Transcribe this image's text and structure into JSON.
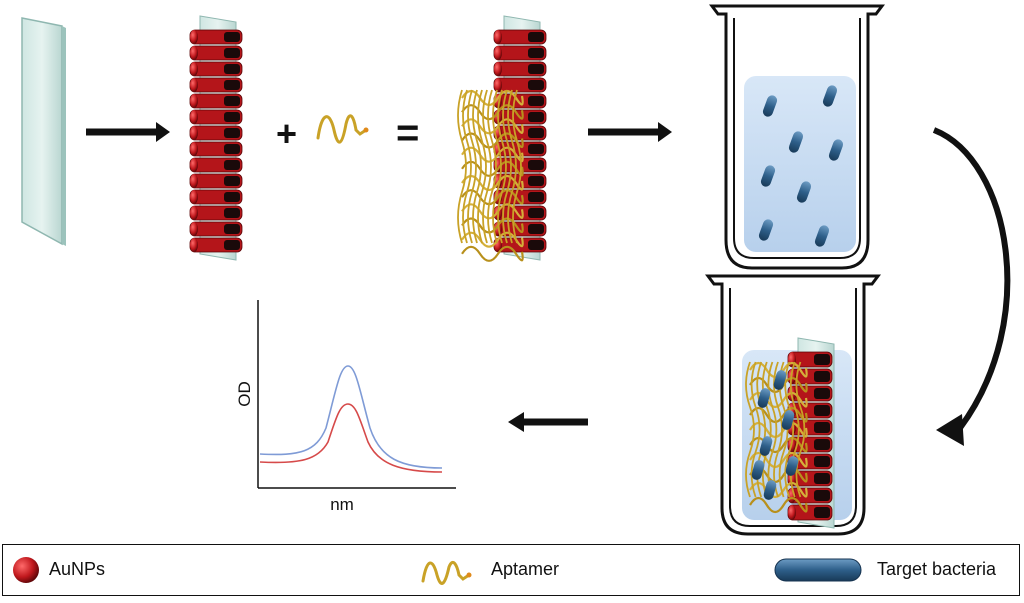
{
  "graph": {
    "y_axis_label": "OD",
    "x_axis_label": "nm",
    "curve_colors": {
      "upper": "#7f9bd6",
      "lower": "#d64a4a"
    }
  },
  "legend": {
    "items": [
      {
        "label": "AuNPs",
        "icon": "gold-nanoparticle-icon",
        "color": "#c0181d"
      },
      {
        "label": "Aptamer",
        "icon": "aptamer-icon",
        "color": "#c9a227"
      },
      {
        "label": "Target bacteria",
        "icon": "bacteria-icon",
        "color": "#2e5f8a"
      }
    ]
  },
  "symbols": {
    "plus": "+",
    "equals": "="
  }
}
